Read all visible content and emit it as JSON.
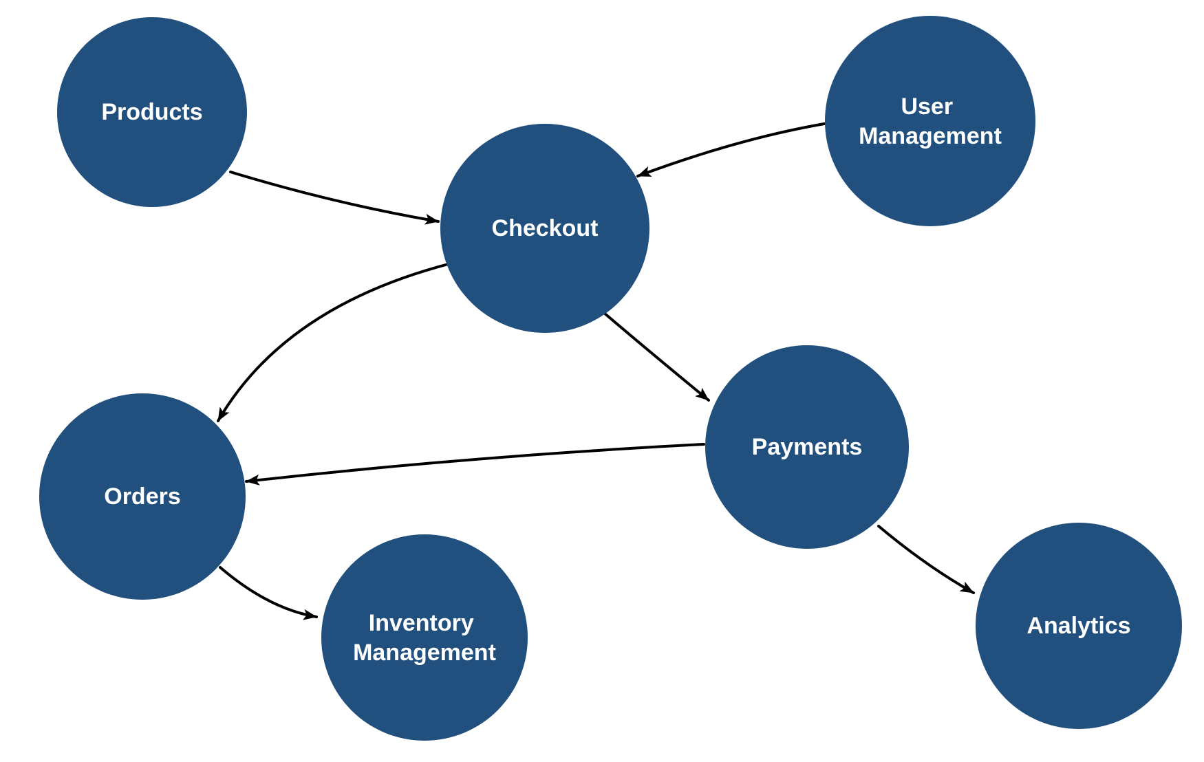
{
  "diagram": {
    "background_color": "#ffffff",
    "node_fill_color": "#21507e",
    "node_text_color": "#ffffff",
    "edge_color": "#000000",
    "nodes": [
      {
        "id": "products",
        "label": "Products",
        "lines": [
          "Products"
        ]
      },
      {
        "id": "checkout",
        "label": "Checkout",
        "lines": [
          "Checkout"
        ]
      },
      {
        "id": "user_management",
        "label": "User Management",
        "lines": [
          "User",
          "Management"
        ]
      },
      {
        "id": "orders",
        "label": "Orders",
        "lines": [
          "Orders"
        ]
      },
      {
        "id": "payments",
        "label": "Payments",
        "lines": [
          "Payments"
        ]
      },
      {
        "id": "inventory_management",
        "label": "Inventory Management",
        "lines": [
          "Inventory",
          "Management"
        ]
      },
      {
        "id": "analytics",
        "label": "Analytics",
        "lines": [
          "Analytics"
        ]
      }
    ],
    "edges": [
      {
        "from": "products",
        "to": "checkout"
      },
      {
        "from": "user_management",
        "to": "checkout"
      },
      {
        "from": "checkout",
        "to": "orders"
      },
      {
        "from": "checkout",
        "to": "payments"
      },
      {
        "from": "payments",
        "to": "orders"
      },
      {
        "from": "orders",
        "to": "inventory_management"
      },
      {
        "from": "payments",
        "to": "analytics"
      }
    ]
  }
}
